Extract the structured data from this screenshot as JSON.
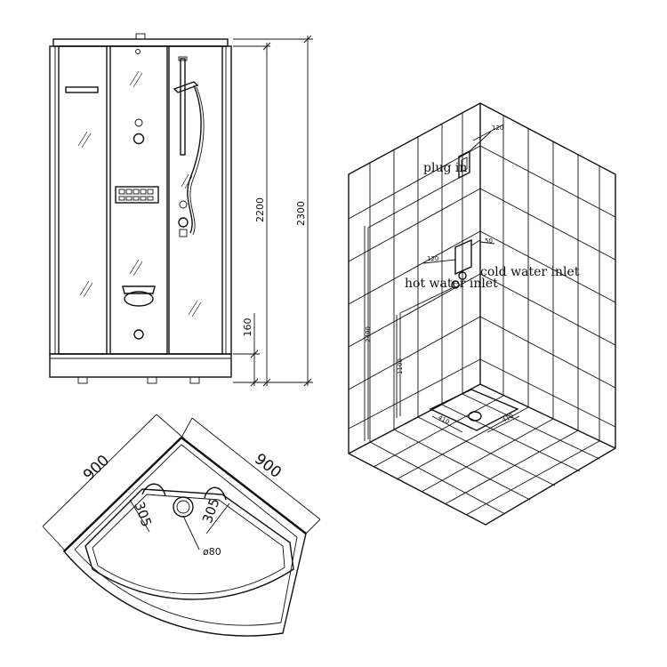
{
  "front_view": {
    "dim_total_height": "2300",
    "dim_cabin_height": "2200",
    "dim_base_height": "160"
  },
  "top_view": {
    "dim_side_left": "900",
    "dim_side_right": "900",
    "dim_drain_left": "305",
    "dim_drain_right": "305",
    "dim_drain_diameter": "ø80"
  },
  "installation_view": {
    "label_plug": "plug in",
    "label_cold_water": "cold water inlet",
    "label_hot_water": "hot water inlet",
    "dim_plug_offset": "120",
    "dim_inlet_offset": "50",
    "dim_inlet_width": "120",
    "dim_plug_height": "2400",
    "dim_inlet_height": "1100",
    "dim_drain_left": "410",
    "dim_drain_right": "410"
  }
}
